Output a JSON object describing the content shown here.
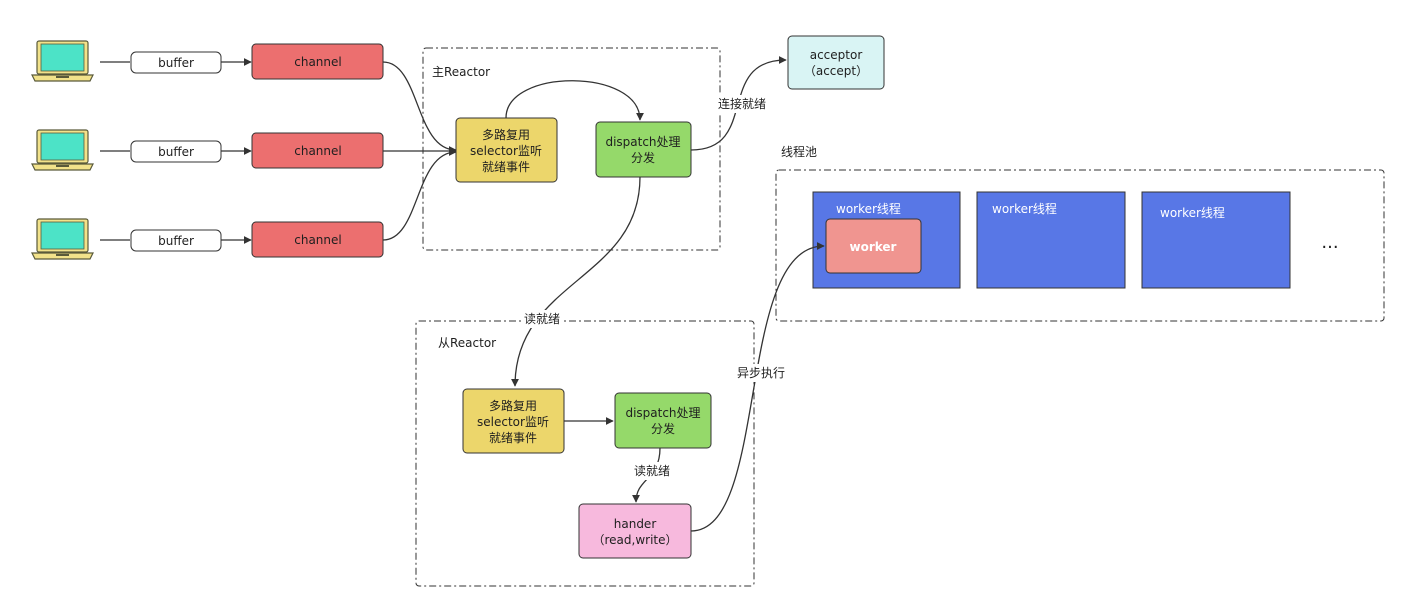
{
  "colors": {
    "channel": "#ec6f6f",
    "buffer": "#ffffff",
    "selector": "#ecd66b",
    "dispatch": "#95d96a",
    "acceptor": "#d9f4f4",
    "hander": "#f7b9dd",
    "worker_thread": "#5877e6",
    "worker": "#f09590",
    "laptop_screen": "#4ce3c7",
    "laptop_body": "#f2e28a"
  },
  "icons": [
    "laptop-icon",
    "laptop-icon",
    "laptop-icon"
  ],
  "clients": [
    {
      "buffer": "buffer",
      "channel": "channel"
    },
    {
      "buffer": "buffer",
      "channel": "channel"
    },
    {
      "buffer": "buffer",
      "channel": "channel"
    }
  ],
  "main_reactor": {
    "title": "主Reactor",
    "selector_lines": [
      "多路复用",
      "selector监听",
      "就绪事件"
    ],
    "dispatch_lines": [
      "dispatch处理",
      "分发"
    ]
  },
  "acceptor": {
    "lines": [
      "acceptor",
      "（accept）"
    ]
  },
  "sub_reactor": {
    "title": "从Reactor",
    "selector_lines": [
      "多路复用",
      "selector监听",
      "就绪事件"
    ],
    "dispatch_lines": [
      "dispatch处理",
      "分发"
    ],
    "hander_lines": [
      "hander",
      "（read,write）"
    ]
  },
  "thread_pool": {
    "title": "线程池",
    "threads": [
      "worker线程",
      "worker线程",
      "worker线程"
    ],
    "worker": "worker",
    "more": "···"
  },
  "edge_labels": {
    "connect_ready": "连接就绪",
    "read_ready_main": "读就绪",
    "read_ready_sub": "读就绪",
    "async_exec": "异步执行"
  }
}
